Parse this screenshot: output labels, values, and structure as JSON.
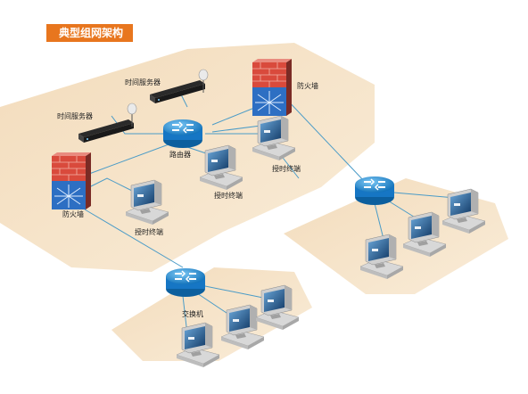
{
  "title": "典型组网架构",
  "labels": {
    "time_server_upper": "时间服务器",
    "time_server_lower": "时间服务器",
    "firewall_top": "防火墙",
    "firewall_left": "防火墙",
    "router": "路由器",
    "terminal_mid_a": "授时终端",
    "terminal_mid_b": "授时终端",
    "terminal_left": "授时终端",
    "switch": "交换机"
  },
  "colors": {
    "title_bg": "#e8761e",
    "zone_fill": "#f6e3c7",
    "router_blue": "#1e88d8",
    "firewall_red": "#d94a3c",
    "link_blue": "#4a9bc7"
  }
}
